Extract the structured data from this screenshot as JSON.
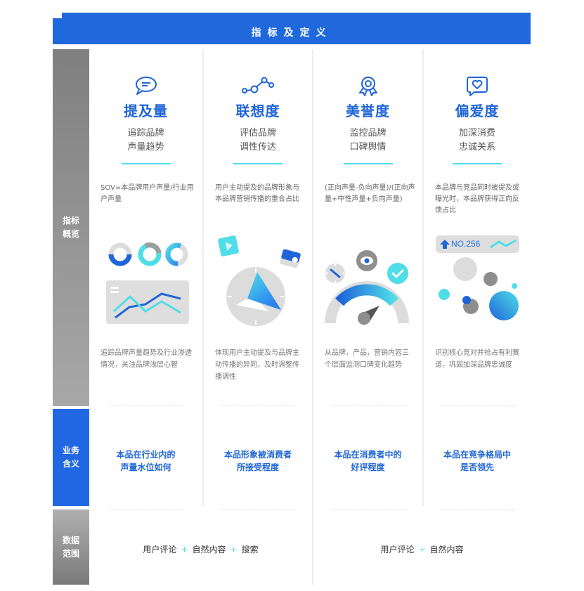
{
  "header": {
    "title": "指标及定义"
  },
  "rows": {
    "overview": {
      "label": "指标概览"
    },
    "meaning": {
      "label": "业务含义"
    },
    "scope": {
      "label": "数据范围"
    }
  },
  "columns": [
    {
      "icon": "speech-bubble-icon",
      "title": "提及量",
      "subtitle_line1": "追踪品牌",
      "subtitle_line2": "声量趋势",
      "formula": "SOV=本品牌用户声量/行业用户声量",
      "illustration": "donut-and-line-chart-icon",
      "description": "追踪品牌声量趋势及行业渗透情况，关注品牌浅层心智",
      "meaning_line1": "本品在行业内的",
      "meaning_line2": "声量水位如何"
    },
    {
      "icon": "network-nodes-icon",
      "title": "联想度",
      "subtitle_line1": "评估品牌",
      "subtitle_line2": "调性传达",
      "formula": "用户主动提及的品牌形象与本品牌营销传播的重合占比",
      "illustration": "compass-media-icon",
      "description": "体现用户主动提及与品牌主动传播的异同，及时调整传播调性",
      "meaning_line1": "本品形象被消费者",
      "meaning_line2": "所接受程度"
    },
    {
      "icon": "award-medal-icon",
      "title": "美誉度",
      "subtitle_line1": "监控品牌",
      "subtitle_line2": "口碑舆情",
      "formula": "(正向声量-负向声量)/(正向声量+中性声量+负向声量)",
      "illustration": "gauge-monitor-icon",
      "description": "从品牌，产品，营销内容三个层面监测口碑变化趋势",
      "meaning_line1": "本品在消费者中的",
      "meaning_line2": "好评程度"
    },
    {
      "icon": "heart-message-icon",
      "title": "偏爱度",
      "subtitle_line1": "加深消费",
      "subtitle_line2": "忠诚关系",
      "formula": "本品牌与竞品同时被提及或曝光时，本品牌获得正向反馈占比",
      "illustration": "ranking-bubbles-icon",
      "rank_label": "NO.256",
      "description": "识别核心竞对并抢占有利赛道，巩固加深品牌忠诚度",
      "meaning_line1": "本品在竞争格局中",
      "meaning_line2": "是否领先"
    }
  ],
  "scope": {
    "left": {
      "item1": "用户评论",
      "item2": "自然内容",
      "item3": "搜索",
      "sep": "+"
    },
    "right": {
      "item1": "用户评论",
      "item2": "自然内容",
      "sep": "+"
    }
  },
  "colors": {
    "brand_blue": "#2069dc",
    "title_blue": "#1f65d8",
    "accent_cyan": "#4fdde8",
    "side_gray": "#8c8c8c"
  }
}
